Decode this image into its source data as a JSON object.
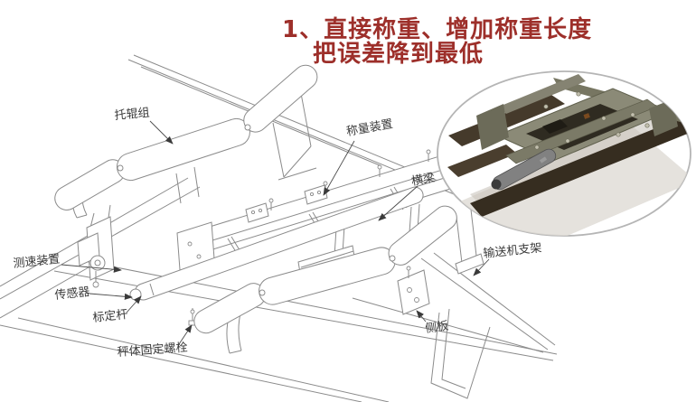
{
  "title": {
    "line1": "1、直接称重、增加称重长度",
    "line2": "把误差降到最低"
  },
  "part_labels": {
    "idler_group": "托辊组",
    "weighing_device": "称量装置",
    "cross_beam": "横梁",
    "speed_measuring_device": "测速装置",
    "sensor": "传感器",
    "calibration_rod": "标定杆",
    "scale_body_fixing_bolt": "秤体固定螺栓",
    "conveyor_support": "输送机支架",
    "side_plate": "侧板"
  },
  "colors": {
    "title_red": "#9d2f2a",
    "drawing_line": "#8b8b8b",
    "label_text": "#3a3a3a"
  }
}
